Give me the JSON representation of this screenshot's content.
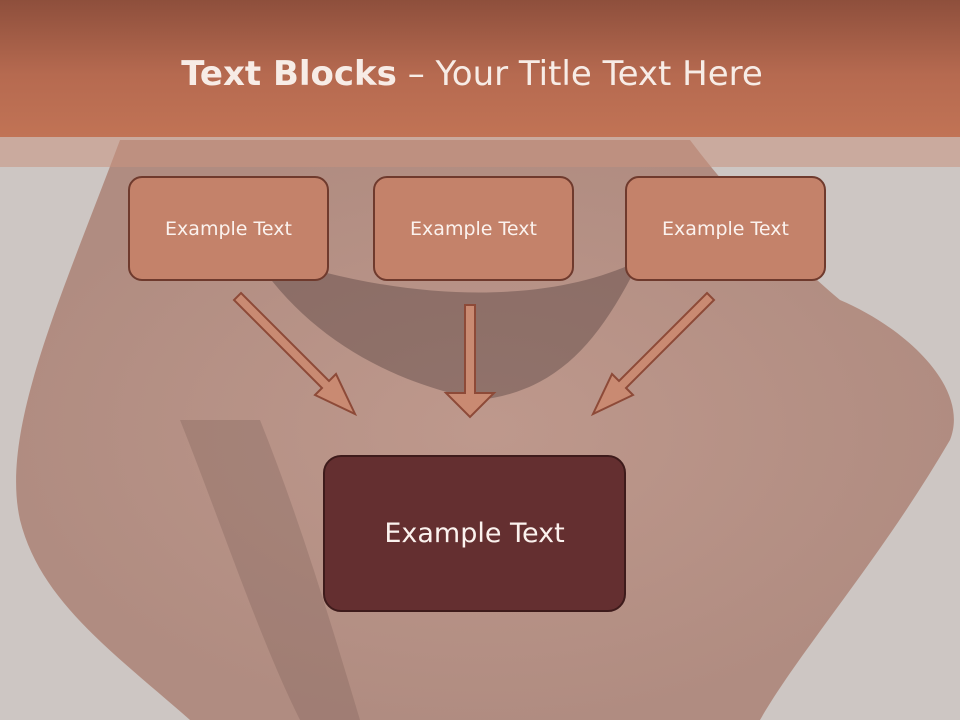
{
  "title": {
    "bold": "Text Blocks",
    "dash": " – ",
    "rest": "Your Title Text Here"
  },
  "blocks": [
    {
      "label": "Example Text"
    },
    {
      "label": "Example Text"
    },
    {
      "label": "Example Text"
    }
  ],
  "main_block": {
    "label": "Example Text"
  },
  "colors": {
    "header": "#c17355",
    "block_fill": "#c4826a",
    "block_border": "#6f3a2d",
    "main_fill": "#642f30",
    "arrow_fill": "#c98a72",
    "arrow_stroke": "#8d4a38"
  }
}
